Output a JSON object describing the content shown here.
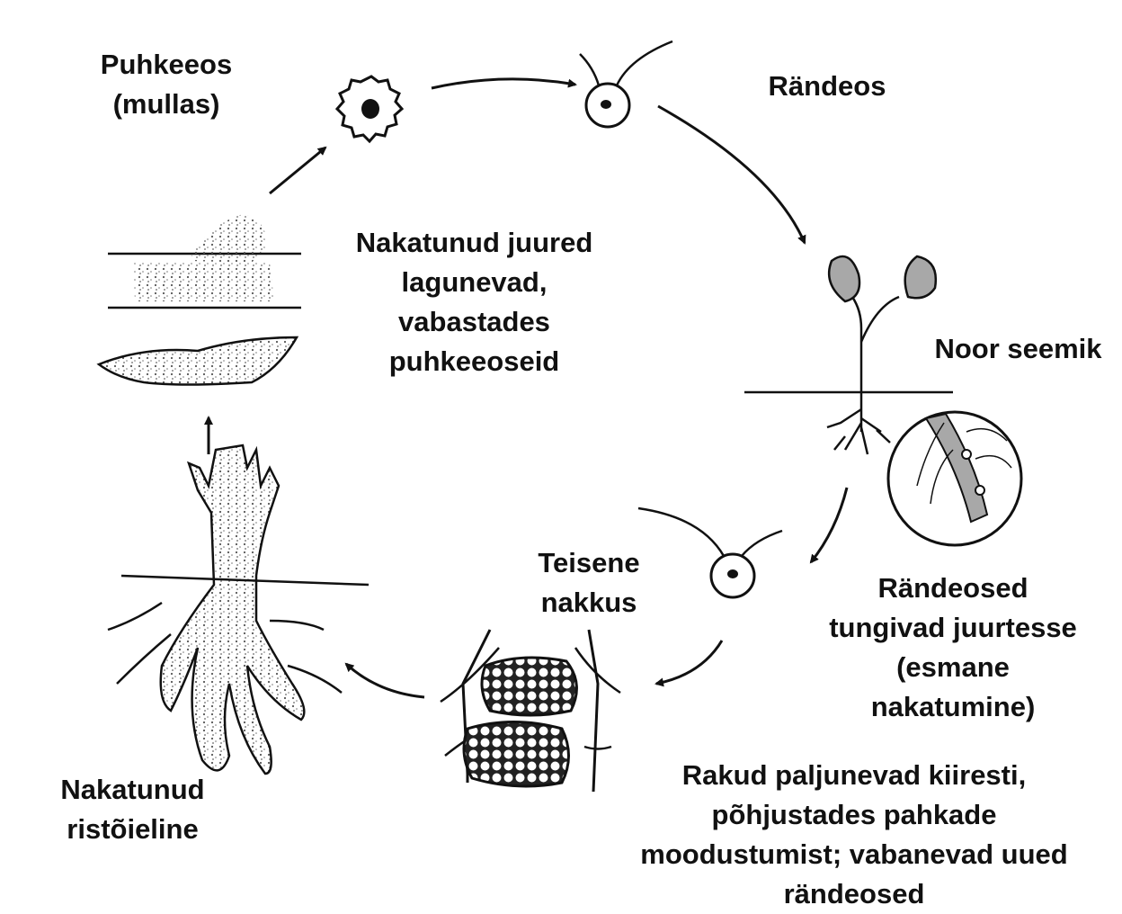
{
  "labels": {
    "resting_spore": [
      "Puhkeeos",
      "(mullas)"
    ],
    "zoospore": [
      "Rändeos"
    ],
    "young_seedling": [
      "Noor seemik"
    ],
    "primary_infection": [
      "Rändeosed",
      "tungivad juurtesse",
      "(esmane",
      "nakatumine)"
    ],
    "gall_formation": [
      "Rakud paljunevad kiiresti,",
      "põhjustades pahkade",
      "moodustumist; vabanevad uued",
      "rändeosed"
    ],
    "secondary_infection": [
      "Teisene",
      "nakkus"
    ],
    "infected_plant": [
      "Nakatunud",
      "ristõieline"
    ],
    "decay": [
      "Nakatunud juured",
      "lagunevad,",
      "vabastades",
      "puhkeeoseid"
    ]
  },
  "colors": {
    "line": "#111111",
    "cotyledon": "#a8a8a8",
    "spore_fill": "#ffffff",
    "text": "#111111"
  }
}
